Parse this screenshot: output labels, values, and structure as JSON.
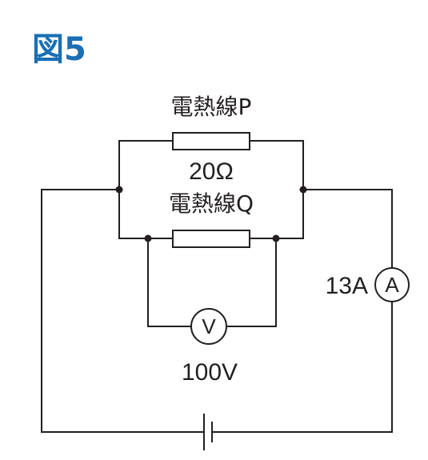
{
  "figure_label": "図5",
  "circuit": {
    "resistor_p_label": "電熱線P",
    "resistor_q_label": "電熱線Q",
    "resistance_label": "20Ω",
    "voltmeter_symbol": "V",
    "ammeter_symbol": "A",
    "voltage_label": "100V",
    "current_label": "13A"
  },
  "colors": {
    "figure_label": "#1a6fb5",
    "line": "#231f20"
  }
}
